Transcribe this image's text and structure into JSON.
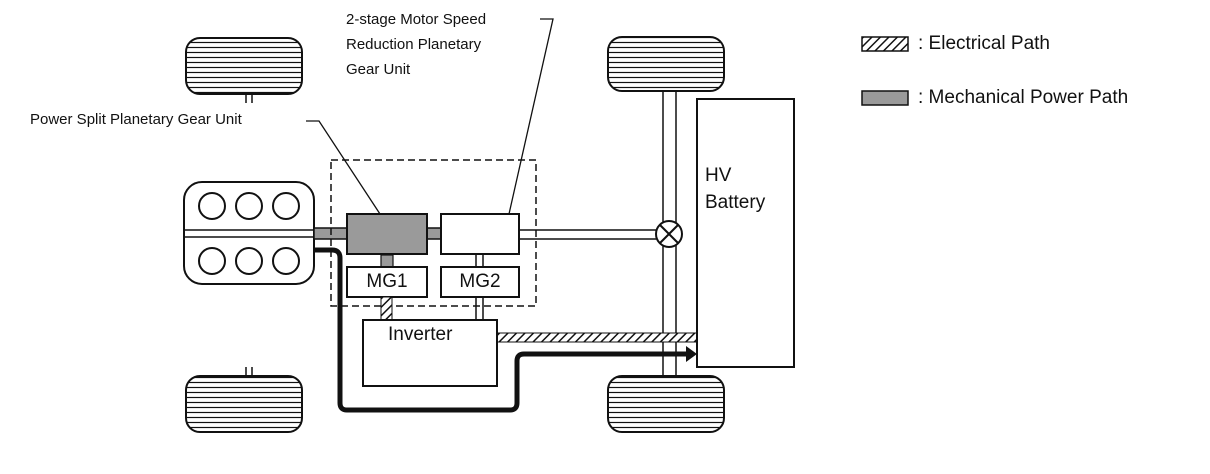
{
  "labels": {
    "reduction_gear": [
      "2-stage Motor Speed",
      "Reduction Planetary",
      "Gear Unit"
    ],
    "power_split": "Power Split Planetary Gear Unit",
    "mg1": "MG1",
    "mg2": "MG2",
    "inverter": "Inverter",
    "battery": [
      "HV",
      "Battery"
    ]
  },
  "legend": {
    "electrical": ": Electrical Path",
    "mechanical": ": Mechanical Power Path"
  },
  "colors": {
    "line": "#111111",
    "mechanical_fill": "#9a9a9a",
    "background": "#ffffff"
  }
}
